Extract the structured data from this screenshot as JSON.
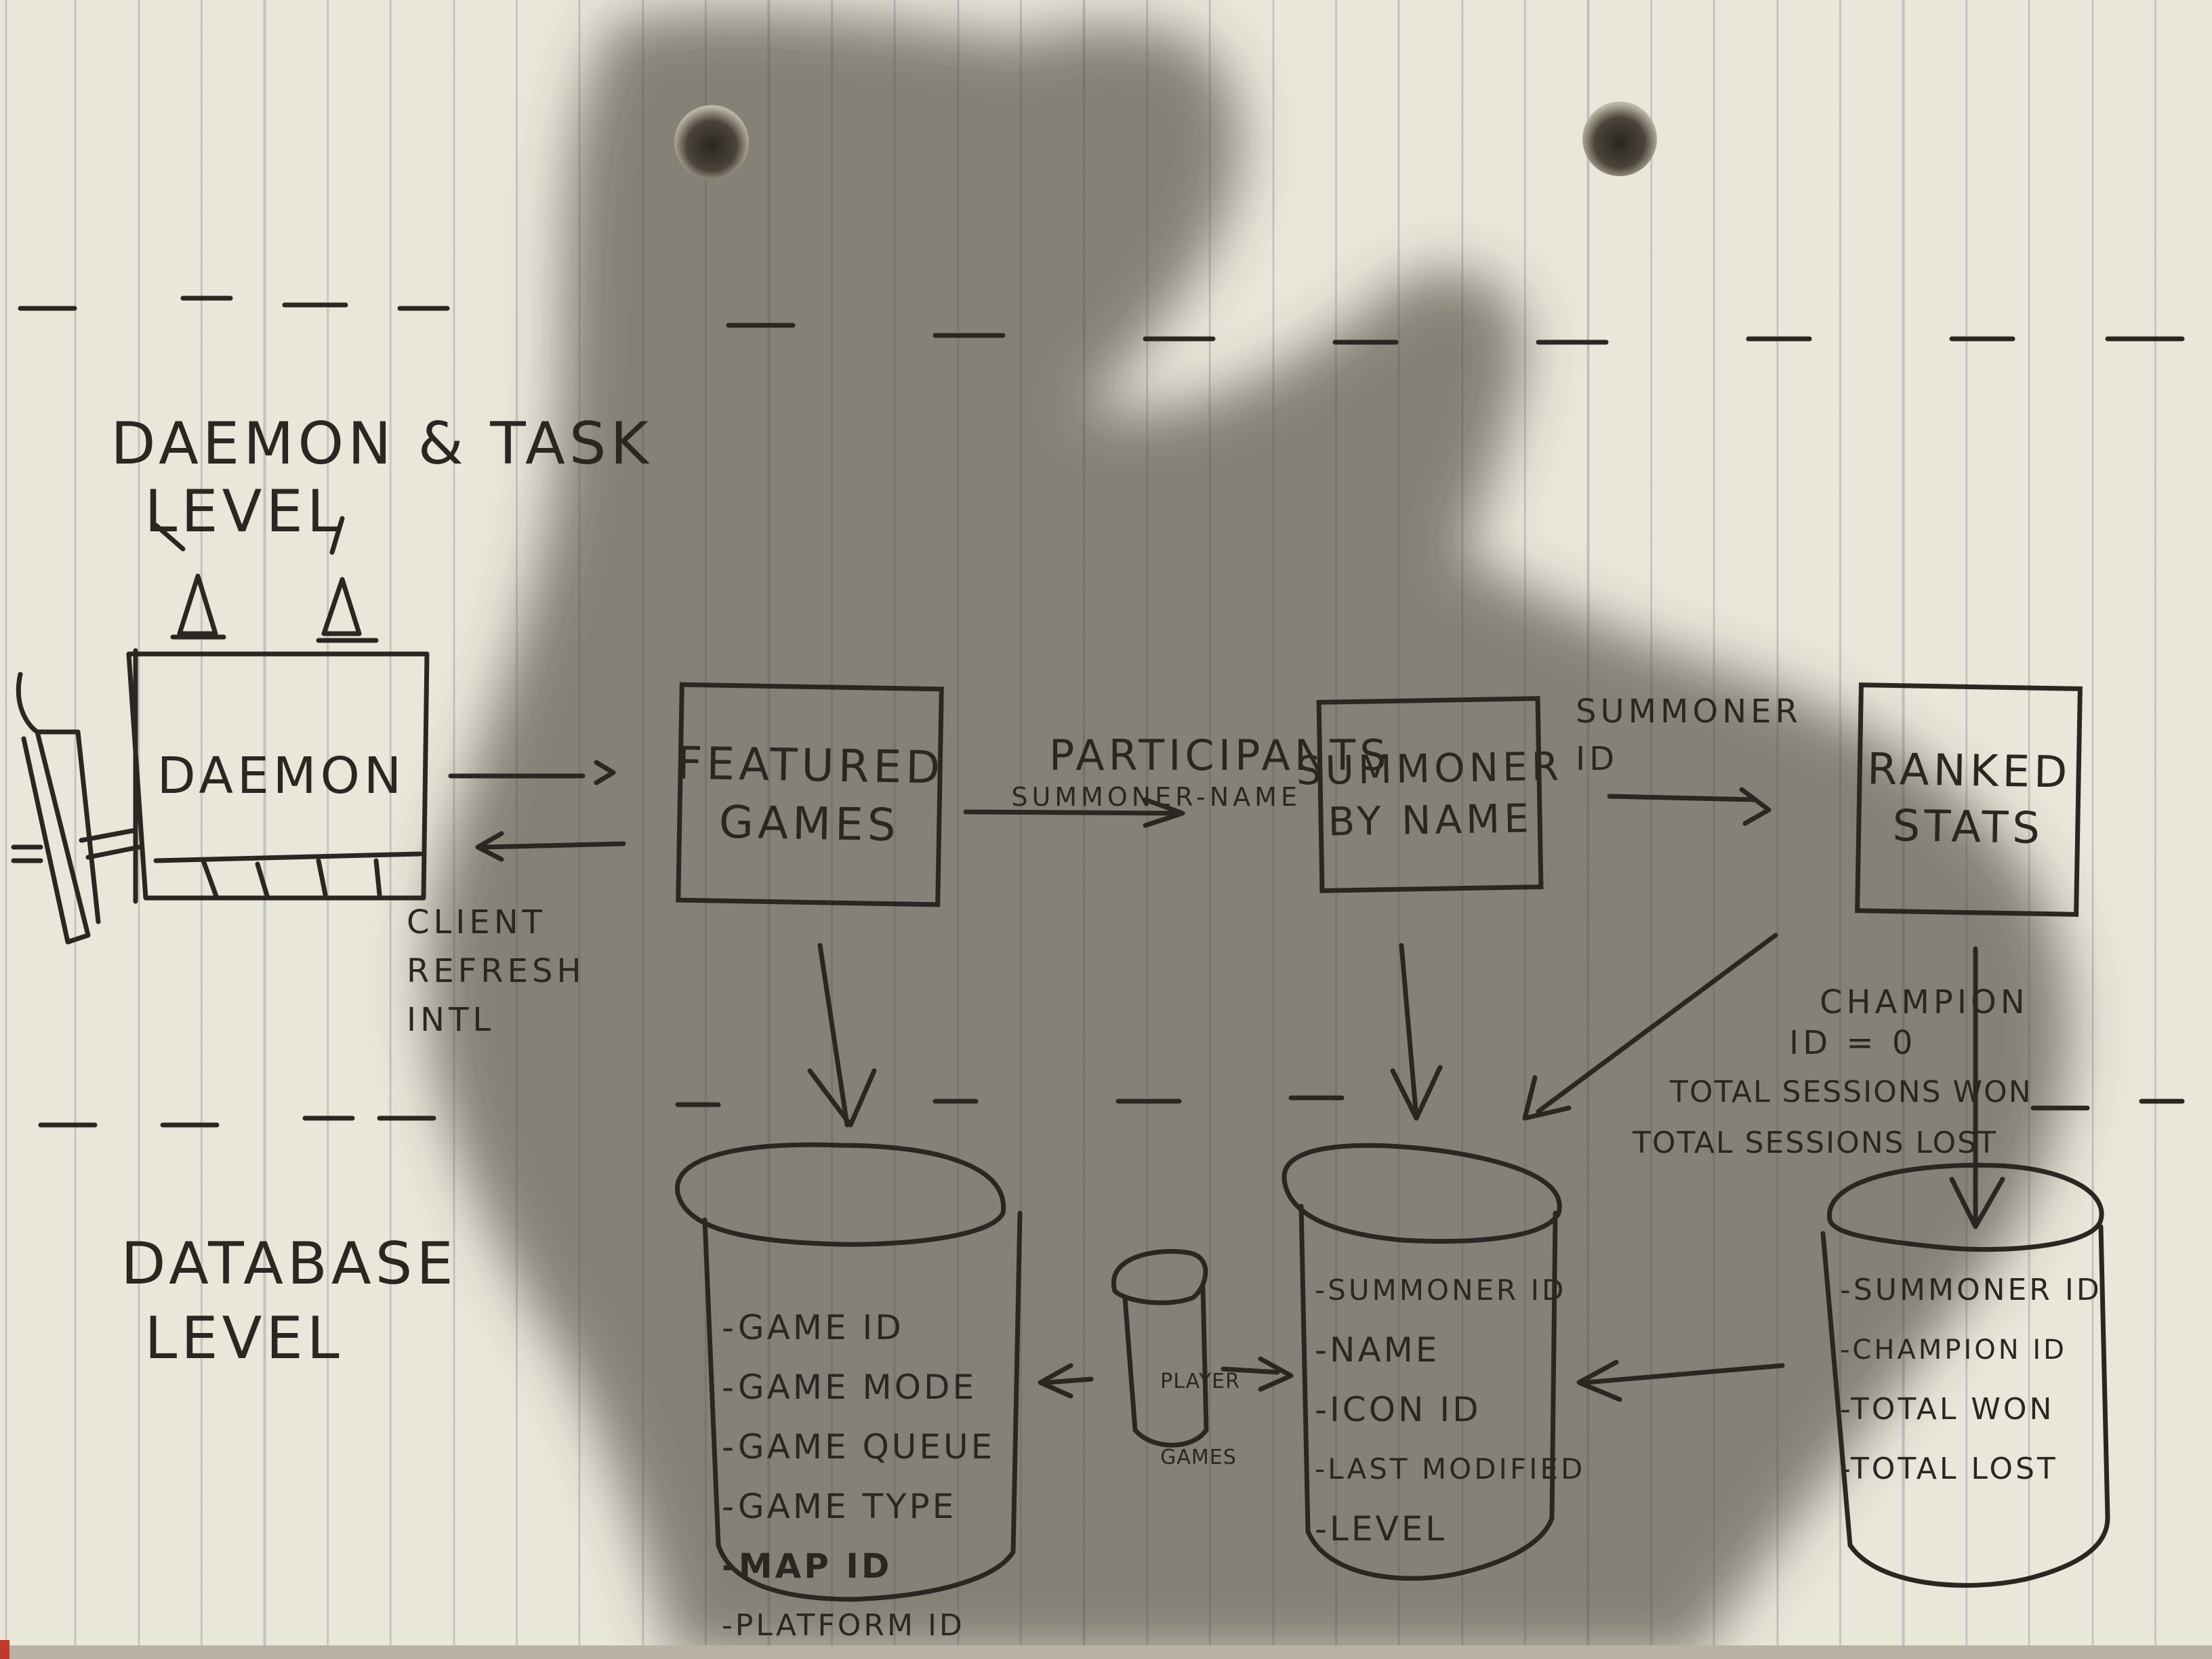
{
  "levels": {
    "daemon_task": {
      "line1": "DAEMON & TASK",
      "line2": "LEVEL"
    },
    "database": {
      "line1": "DATABASE",
      "line2": "LEVEL"
    }
  },
  "nodes": {
    "daemon": "DAEMON",
    "featured_games": "FEATURED GAMES",
    "summoner_by_name": "SUMMONER BY NAME",
    "ranked_stats": "RANKED STATS"
  },
  "edge_labels": {
    "client_refresh": "CLIENT REFRESH INTL",
    "participants": "PARTICIPANTS",
    "summoner_name": "SUMMONER-NAME",
    "summoner_id": "SUMMONER ID",
    "champion": {
      "line1": "CHAMPION",
      "line2": "ID = 0",
      "line3": "TOTAL SESSIONS WON",
      "line4": "TOTAL SESSIONS LOST"
    }
  },
  "tables": {
    "games": {
      "fields": [
        "-GAME ID",
        "-GAME MODE",
        "-GAME QUEUE",
        "-GAME TYPE",
        "-MAP ID",
        "-PLATFORM ID"
      ]
    },
    "player_games": {
      "line1": "PLAYER",
      "line2": "GAMES"
    },
    "summoners": {
      "fields": [
        "-SUMMONER ID",
        "-NAME",
        "-ICON ID",
        "-LAST MODIFIED",
        "-LEVEL"
      ]
    },
    "ranked_stats": {
      "fields": [
        "-SUMMONER ID",
        "-CHAMPION ID",
        "-TOTAL WON",
        "-TOTAL LOST"
      ]
    }
  },
  "colors": {
    "ink": "#2b2621",
    "paper": "#e9e6da",
    "rule": "#7a7f8c",
    "shadow": "#5e5a55",
    "margin_line": "#c0392b"
  },
  "icons": {
    "lever": "lever-icon",
    "cones": "traffic-cone-icon"
  }
}
